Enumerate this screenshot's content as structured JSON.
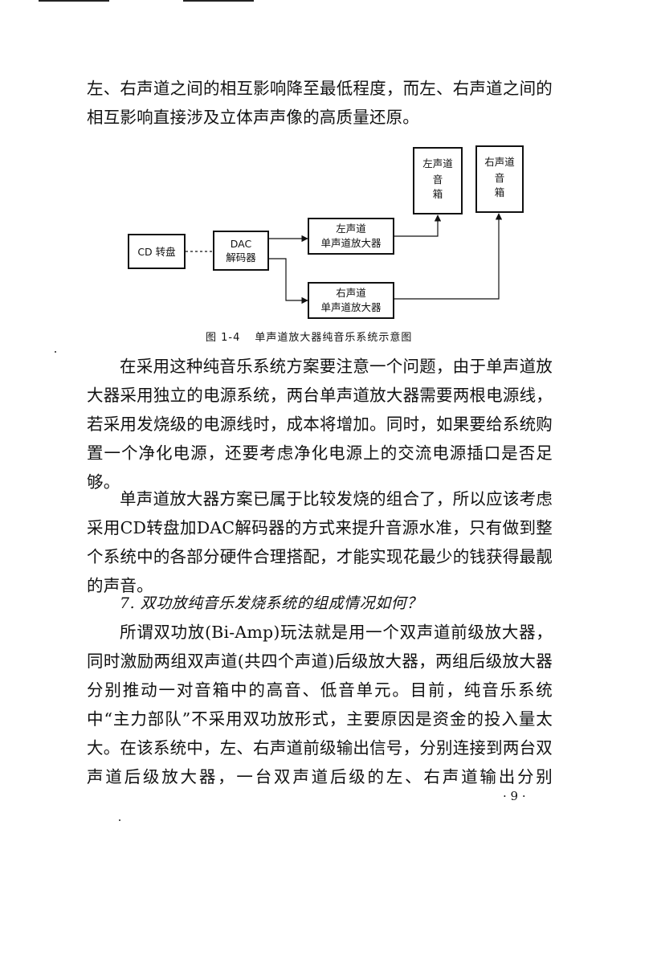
{
  "paragraph1": "左、右声道之间的相互影响降至最低程度，而左、右声道之间的相互影响直接涉及立体声声像的高质量还原。",
  "diagram": {
    "cd_transport": "CD 转盘",
    "dac_line1": "DAC",
    "dac_line2": "解码器",
    "left_amp_line1": "左声道",
    "left_amp_line2": "单声道放大器",
    "right_amp_line1": "右声道",
    "right_amp_line2": "单声道放大器",
    "left_speaker": [
      "左声道",
      "音",
      "箱"
    ],
    "right_speaker": [
      "右声道",
      "音",
      "箱"
    ]
  },
  "caption": {
    "label": "图 1-4",
    "title": "单声道放大器纯音乐系统示意图"
  },
  "paragraph2": "在采用这种纯音乐系统方案要注意一个问题，由于单声道放大器采用独立的电源系统，两台单声道放大器需要两根电源线，若采用发烧级的电源线时，成本将增加。同时，如果要给系统购置一个净化电源，还要考虑净化电源上的交流电源插口是否足够。",
  "paragraph3": "单声道放大器方案已属于比较发烧的组合了，所以应该考虑采用CD转盘加DAC解码器的方式来提升音源水准，只有做到整个系统中的各部分硬件合理搭配，才能实现花最少的钱获得最靓的声音。",
  "heading": "7. 双功放纯音乐发烧系统的组成情况如何？",
  "paragraph4": "所谓双功放(Bi-Amp)玩法就是用一个双声道前级放大器，同时激励两组双声道(共四个声道)后级放大器，两组后级放大器分别推动一对音箱中的高音、低音单元。目前，纯音乐系统中“主力部队”不采用双功放形式，主要原因是资金的投入量太大。在该系统中，左、右声道前级输出信号，分别连接到两台双声道后级放大器，一台双声道后级的左、右声道输出分别",
  "page_number": "· 9 ·"
}
